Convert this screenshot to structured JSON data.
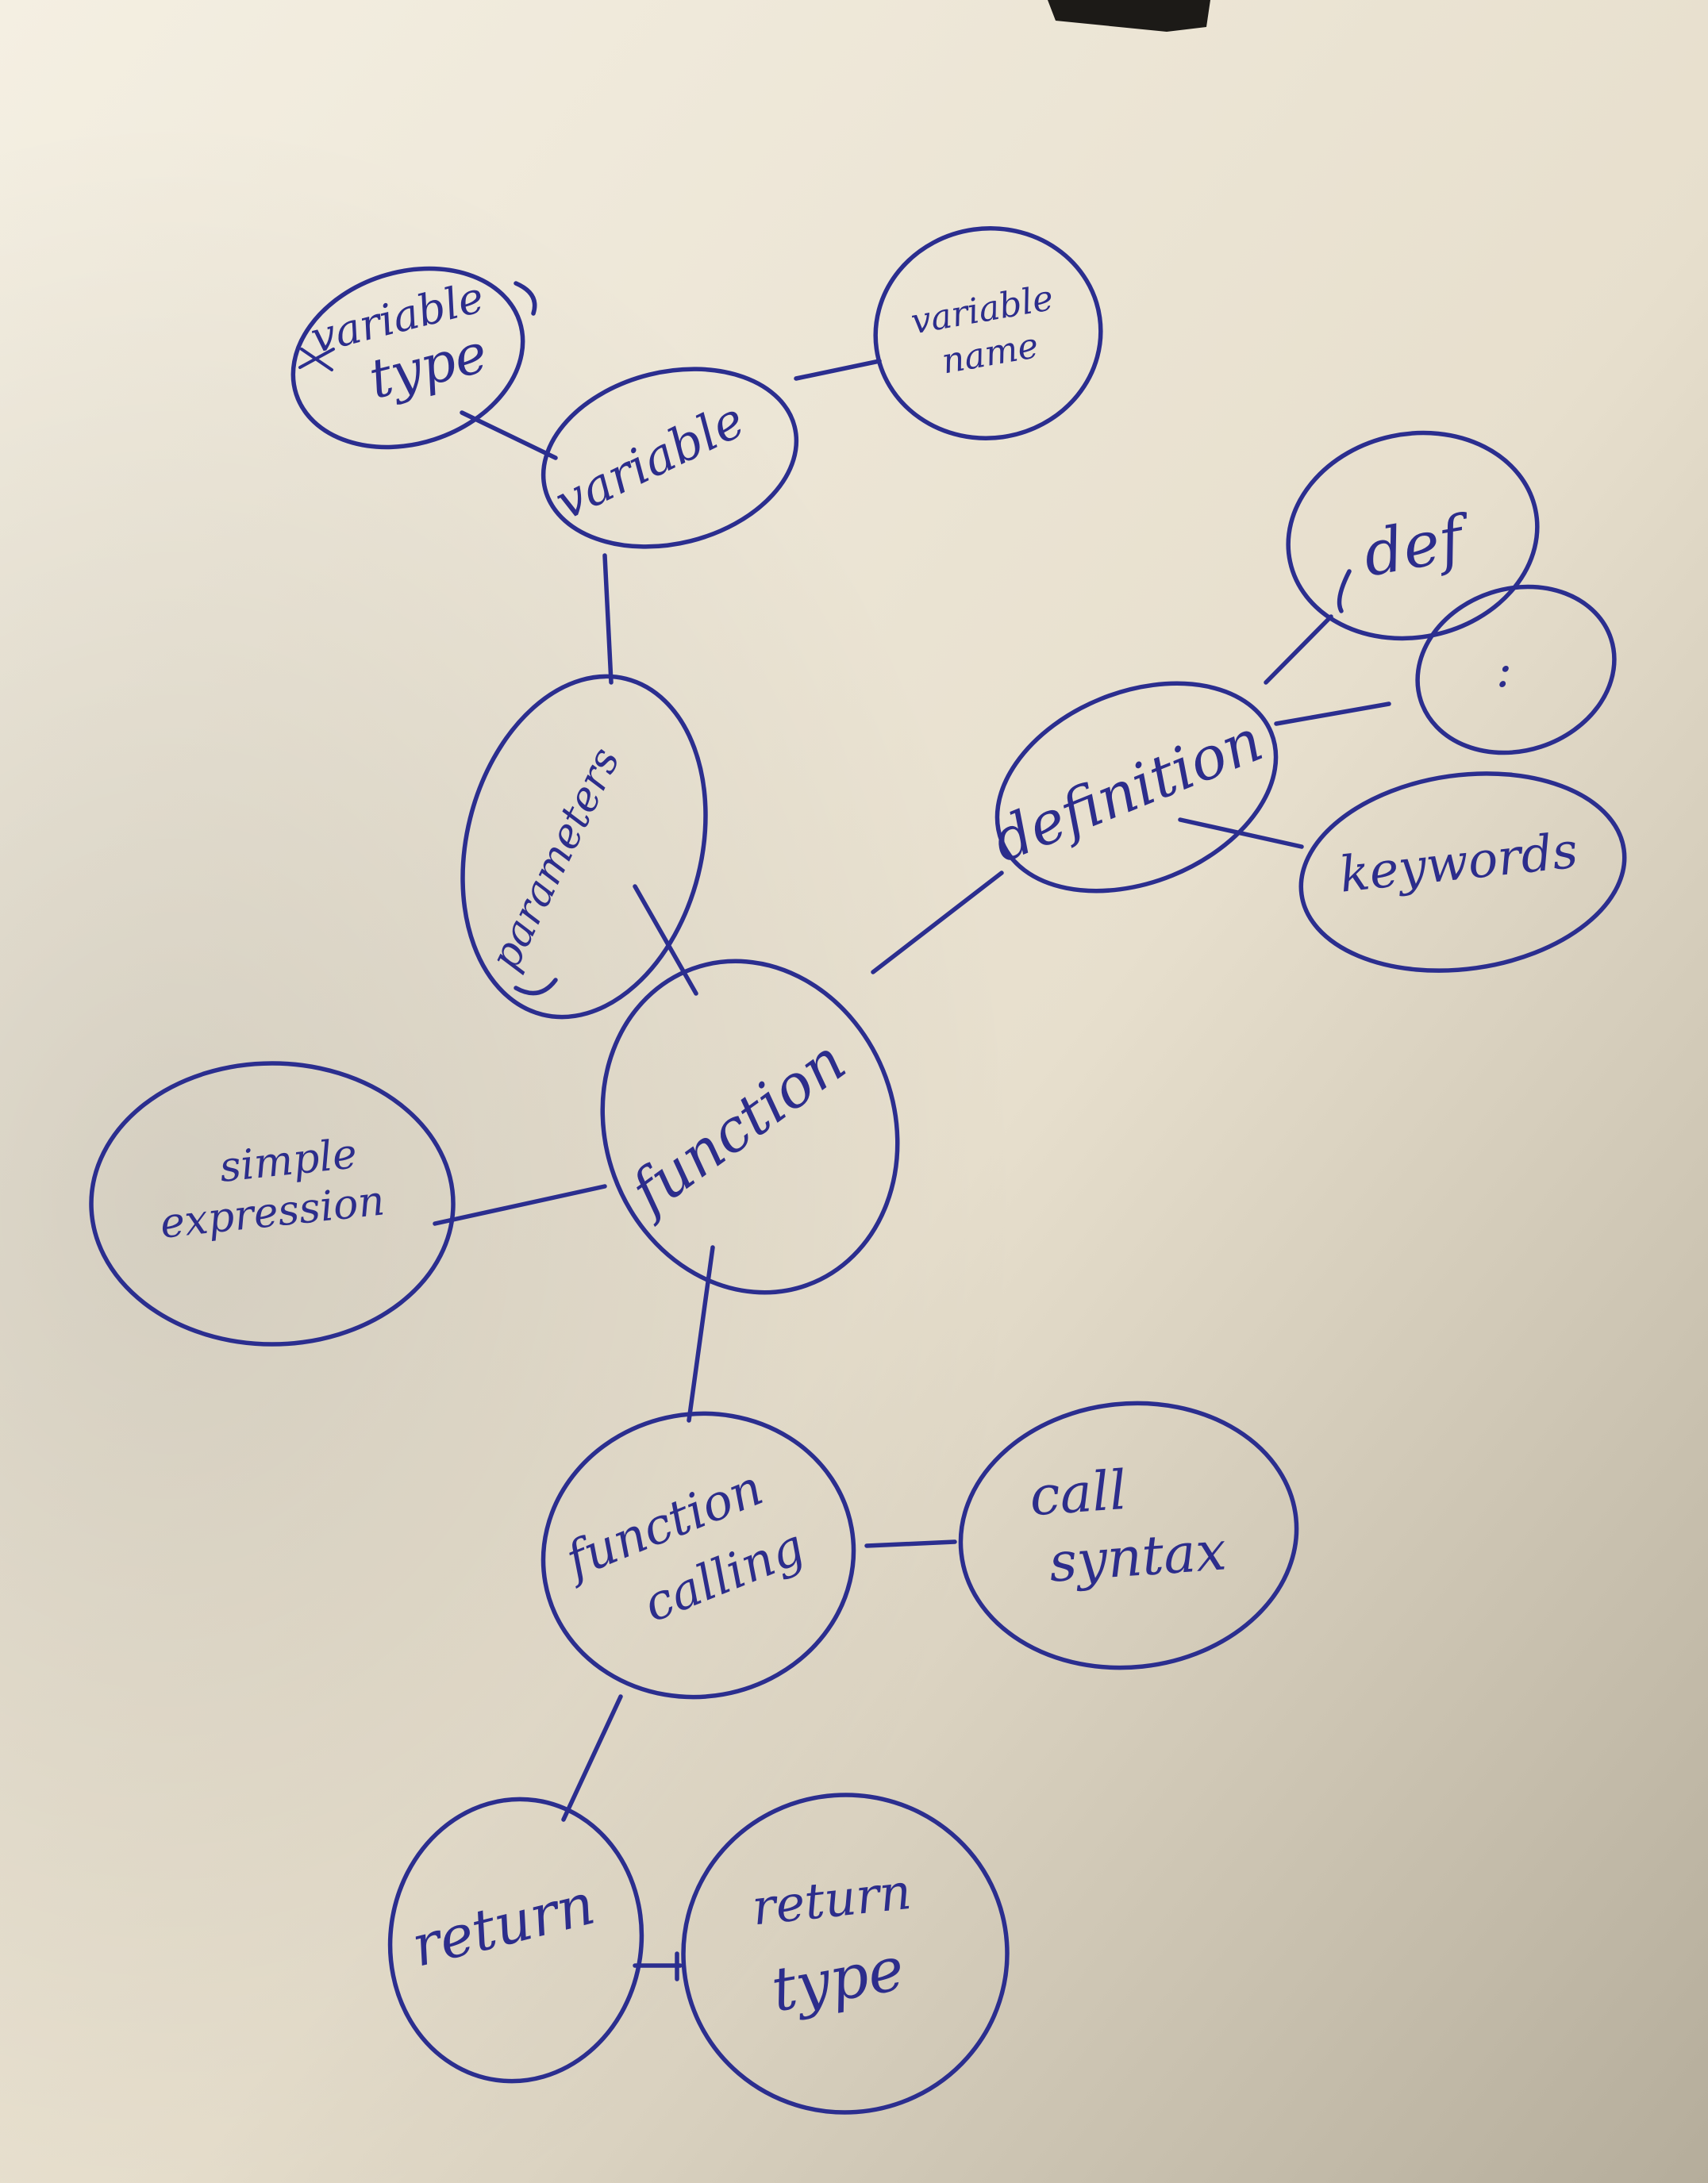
{
  "colors": {
    "ink": "#2b2e8f",
    "paper_light": "#f4efe2",
    "paper_mid": "#e7dfcd",
    "paper_shadow": "#b5ad9b",
    "tape": "#1c1a17"
  },
  "nodes": {
    "variable_type": {
      "line1": "variable",
      "line2": "type"
    },
    "variable": {
      "label": "variable"
    },
    "variable_name": {
      "line1": "variable",
      "line2": "name"
    },
    "def": {
      "label": "def"
    },
    "colon": {
      "label": ":"
    },
    "definition": {
      "label": "definition"
    },
    "keywords": {
      "label": "keywords"
    },
    "parameters": {
      "label": "parameters"
    },
    "function": {
      "label": "function"
    },
    "simple_expression": {
      "line1": "simple",
      "line2": "expression"
    },
    "function_calling": {
      "line1": "function",
      "line2": "calling"
    },
    "call_syntax": {
      "line1": "call",
      "line2": "syntax"
    },
    "return": {
      "label": "return"
    },
    "return_type": {
      "line1": "return",
      "line2": "type"
    }
  }
}
